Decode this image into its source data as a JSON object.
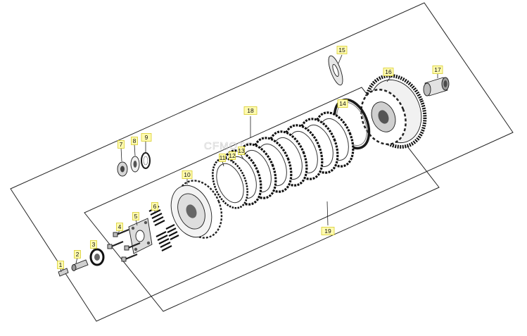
{
  "diagram": {
    "watermark": "CFMOTO",
    "callouts": [
      {
        "id": "c1",
        "label": "1"
      },
      {
        "id": "c2",
        "label": "2"
      },
      {
        "id": "c3",
        "label": "3"
      },
      {
        "id": "c4",
        "label": "4"
      },
      {
        "id": "c5",
        "label": "5"
      },
      {
        "id": "c6",
        "label": "6"
      },
      {
        "id": "c7",
        "label": "7"
      },
      {
        "id": "c8",
        "label": "8"
      },
      {
        "id": "c9",
        "label": "9"
      },
      {
        "id": "c10",
        "label": "10"
      },
      {
        "id": "c11",
        "label": "11"
      },
      {
        "id": "c12",
        "label": "12"
      },
      {
        "id": "c13",
        "label": "13"
      },
      {
        "id": "c14",
        "label": "14"
      },
      {
        "id": "c15",
        "label": "15"
      },
      {
        "id": "c16",
        "label": "16"
      },
      {
        "id": "c17",
        "label": "17"
      },
      {
        "id": "c18",
        "label": "18"
      },
      {
        "id": "c19",
        "label": "19"
      }
    ],
    "colors": {
      "callout_fill": "#fffbb0",
      "callout_border": "#d8cc2a",
      "line": "#222222",
      "part_dark": "#1a1a1a",
      "part_mid": "#6e6e6e",
      "part_light": "#d9d9d9"
    }
  }
}
